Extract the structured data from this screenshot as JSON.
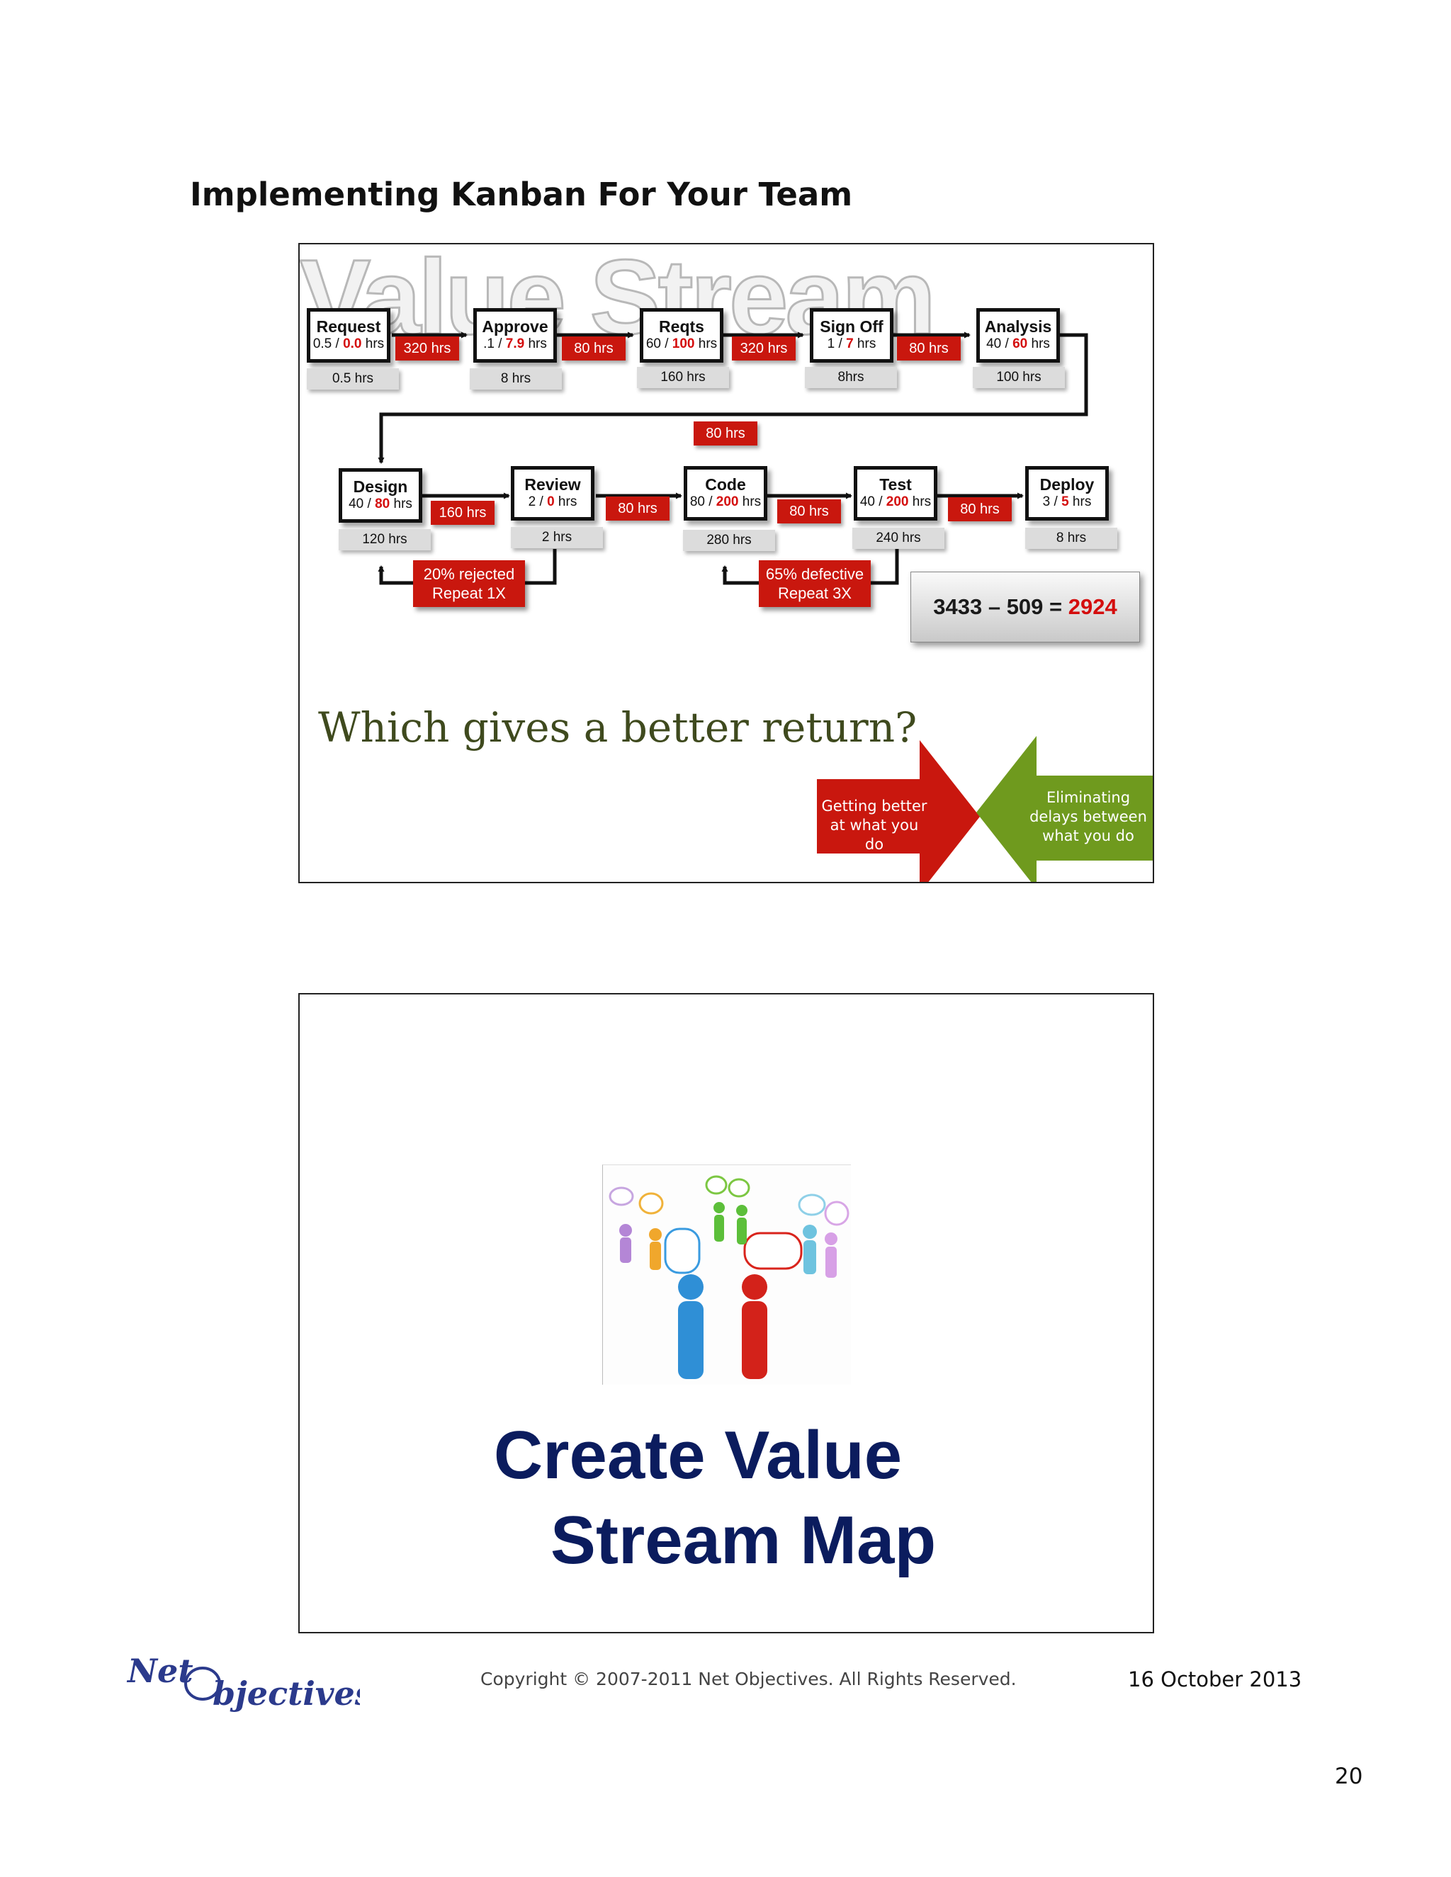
{
  "page": {
    "heading": "Implementing Kanban For Your Team",
    "copyright": "Copyright © 2007-2011 Net Objectives. All Rights Reserved.",
    "date": "16 October 2013",
    "page_number": "20",
    "logo_text": "NetObjectives"
  },
  "slide1": {
    "watermark": "Value Stream",
    "steps": [
      {
        "name": "Request",
        "time_pre": "0.5  / ",
        "time_val": "0.0",
        "time_post": " hrs",
        "total": "0.5 hrs"
      },
      {
        "name": "Approve",
        "time_pre": ".1 / ",
        "time_val": "7.9",
        "time_post": " hrs",
        "total": "8 hrs"
      },
      {
        "name": "Reqts",
        "time_pre": "60 / ",
        "time_val": "100",
        "time_post": " hrs",
        "total": "160 hrs"
      },
      {
        "name": "Sign Off",
        "time_pre": "1 / ",
        "time_val": "7",
        "time_post": " hrs",
        "total": "8hrs"
      },
      {
        "name": "Analysis",
        "time_pre": "40 / ",
        "time_val": "60",
        "time_post": " hrs",
        "total": "100 hrs"
      },
      {
        "name": "Design",
        "time_pre": "40 / ",
        "time_val": "80",
        "time_post": " hrs",
        "total": "120 hrs"
      },
      {
        "name": "Review",
        "time_pre": "2 / ",
        "time_val": "0",
        "time_post": " hrs",
        "total": "2 hrs"
      },
      {
        "name": "Code",
        "time_pre": "80 / ",
        "time_val": "200",
        "time_post": " hrs",
        "total": "280 hrs"
      },
      {
        "name": "Test",
        "time_pre": "40 / ",
        "time_val": "200",
        "time_post": " hrs",
        "total": "240 hrs"
      },
      {
        "name": "Deploy",
        "time_pre": "3 / ",
        "time_val": "5",
        "time_post": " hrs",
        "total": "8 hrs"
      }
    ],
    "waits": [
      "320 hrs",
      "80 hrs",
      "320 hrs",
      "80 hrs",
      "80 hrs",
      "160 hrs",
      "80 hrs",
      "80 hrs",
      "80 hrs"
    ],
    "loops": [
      {
        "line1": "20% rejected",
        "line2": "Repeat 1X"
      },
      {
        "line1": "65% defective",
        "line2": "Repeat 3X"
      }
    ],
    "formula": {
      "left": "3433 – 509 = ",
      "result": "2924"
    },
    "question": "Which gives a better return?",
    "arrow_red": {
      "line1": "Getting better",
      "line2": "at what you do",
      "color": "#c9170e"
    },
    "arrow_green": {
      "line1": "Eliminating",
      "line2": "delays between",
      "line3": "what you do",
      "color": "#6f9a1e"
    }
  },
  "slide2": {
    "title_line1": "Create Value",
    "title_line2": "Stream Map"
  },
  "colors": {
    "accent_red": "#c9170e",
    "title_blue": "#0b1c5e",
    "question_olive": "#3f4a1e"
  }
}
